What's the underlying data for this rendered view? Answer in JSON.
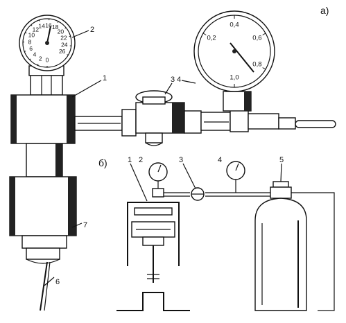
{
  "panel_a": {
    "label": "а)",
    "callouts": [
      "1",
      "2",
      "3",
      "4",
      "6",
      "7"
    ],
    "gauge_left_scale": [
      "0",
      "2",
      "4",
      "6",
      "8",
      "10",
      "12",
      "14",
      "16",
      "18",
      "20",
      "22",
      "24",
      "26"
    ],
    "gauge_right_scale": [
      "1,0",
      "0,8",
      "0,6",
      "0,4",
      "0,2"
    ]
  },
  "panel_b": {
    "label": "б)",
    "callouts": [
      "1",
      "2",
      "3",
      "4",
      "5"
    ]
  }
}
